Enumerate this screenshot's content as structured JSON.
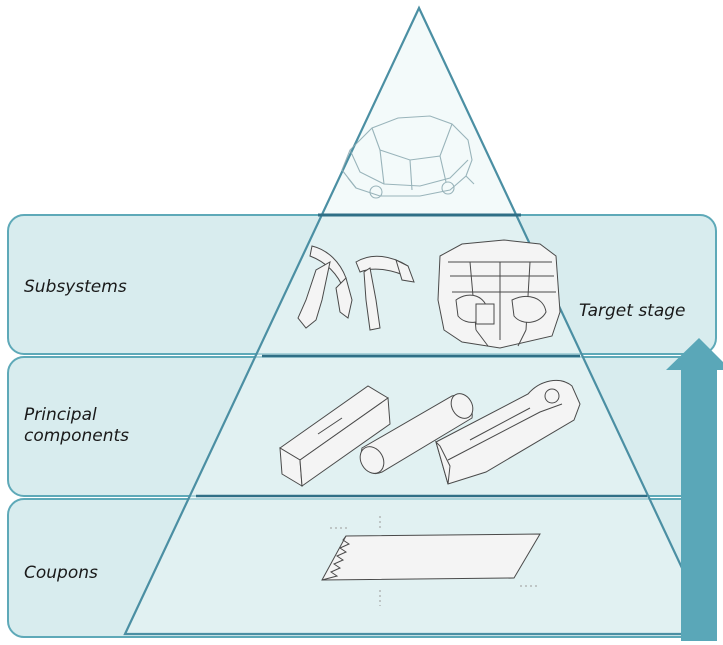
{
  "bands": [
    {
      "id": "subsystems",
      "label": "Subsystems"
    },
    {
      "id": "principal-components",
      "label": "Principal\ncomponents"
    },
    {
      "id": "coupons",
      "label": "Coupons"
    }
  ],
  "target_stage_label": "Target stage",
  "colors": {
    "band_fill": "#d8ecee",
    "band_stroke": "#5ea9b8",
    "pyramid_fill": "#eaf5f6",
    "pyramid_stroke": "#4b8fa3",
    "arrow": "#5aa7b8",
    "sketch": "#4a4a4a"
  },
  "icons": {
    "top": "car-body-icon",
    "subsystems": [
      "pillar-assembly-icon",
      "front-end-structure-icon"
    ],
    "principal_components": [
      "box-beam-icon",
      "tube-icon",
      "bracket-beam-icon"
    ],
    "coupons": [
      "flat-coupon-icon"
    ]
  }
}
